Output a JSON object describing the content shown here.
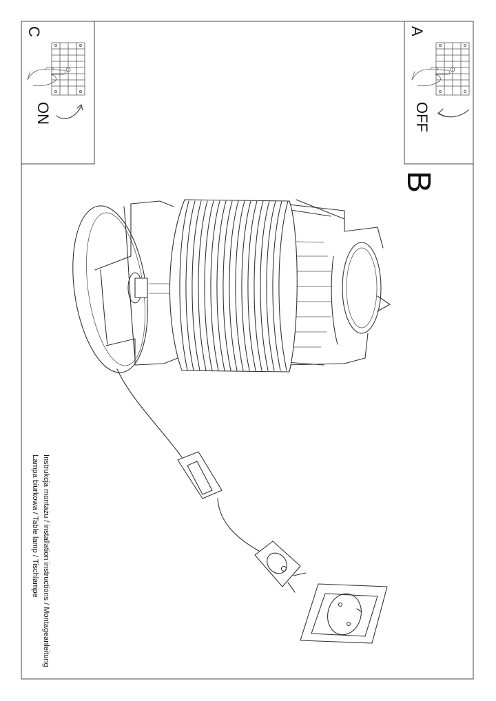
{
  "panels": {
    "a": {
      "letter": "A",
      "state": "OFF"
    },
    "c": {
      "letter": "C",
      "state": "ON"
    }
  },
  "step_b": {
    "letter": "B"
  },
  "caption": {
    "line1": "Instrukcja montażu / installation instructions / Montageanleitung",
    "line2": "Lampa biurkowa / Table lamp / Tischlampe"
  },
  "colors": {
    "line": "#333333",
    "frame": "#555555",
    "background": "#ffffff"
  }
}
